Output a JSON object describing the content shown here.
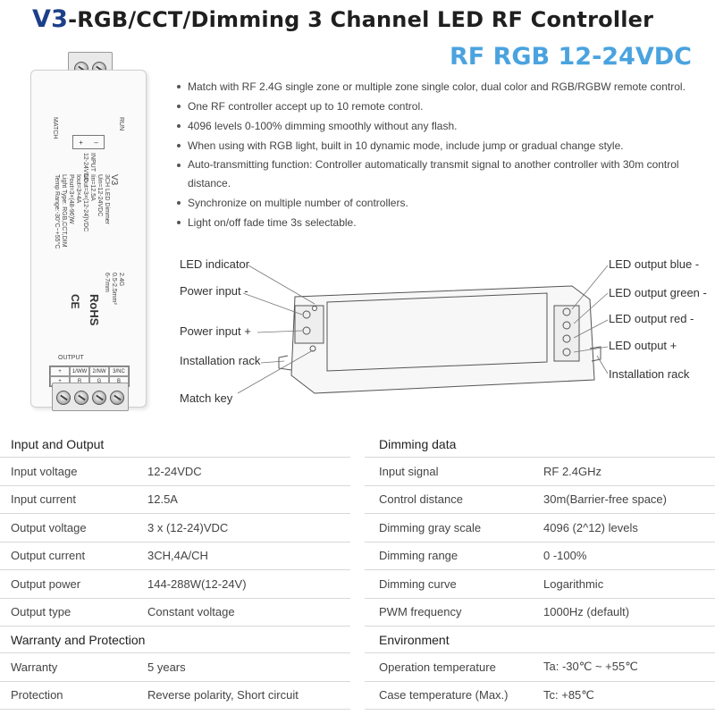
{
  "header": {
    "title_prefix": "V3",
    "title_rest": "-RGB/CCT/Dimming 3 Channel LED RF Controller",
    "subtitle": "RF RGB 12-24VDC"
  },
  "product_label": {
    "run": "RUN",
    "match": "MATCH",
    "input_title": "INPUT",
    "input_voltage": "12-24VDC",
    "input_plus": "+",
    "input_minus": "–",
    "model": "V3",
    "name": "3CH LED Dimmer",
    "line1": "Uin=12-24VDC",
    "line2": "Iin=12.5A",
    "line3": "Uout=3×(12-24)VDC",
    "line4": "Iout=3×4A",
    "line5": "Pout=3×(48-96)W",
    "line6": "Light Type: RGB,CCT,DIM",
    "line7": "Temp Range:-30°C~+55°C",
    "rf": "2.4G",
    "wire": "0.5-2.5mm²",
    "strip": "6-7mm",
    "ce": "CE",
    "rohs": "RoHS",
    "output_title": "OUTPUT",
    "output_top": [
      "+",
      "1/WW",
      "2/NW",
      "3/NC"
    ],
    "output_bottom": [
      "+",
      "R",
      "G",
      "B"
    ]
  },
  "features": [
    "Match with RF 2.4G single zone or multiple zone single color, dual color and RGB/RGBW remote control.",
    "One RF controller accept up to 10 remote control.",
    "4096 levels 0-100% dimming smoothly without any flash.",
    "When using with RGB light, built in 10 dynamic mode, include jump or gradual change style.",
    "Auto-transmitting function: Controller automatically transmit signal to another controller with 30m control distance.",
    "Synchronize on multiple number of controllers.",
    "Light on/off fade time 3s selectable."
  ],
  "diagram": {
    "left": [
      "LED indicator",
      "Power input -",
      "Power input +",
      "Installation rack",
      "Match key"
    ],
    "right": [
      "LED output blue -",
      "LED output green -",
      "LED output red -",
      "LED output +",
      "Installation rack"
    ]
  },
  "specs_left": {
    "section1": "Input and Output",
    "rows1": [
      {
        "k": "Input voltage",
        "v": "12-24VDC"
      },
      {
        "k": "Input current",
        "v": "12.5A"
      },
      {
        "k": "Output voltage",
        "v": "3 x (12-24)VDC"
      },
      {
        "k": "Output current",
        "v": "3CH,4A/CH"
      },
      {
        "k": "Output power",
        "v": "144-288W(12-24V)"
      },
      {
        "k": "Output type",
        "v": "Constant voltage"
      }
    ],
    "section2": "Warranty and Protection",
    "rows2": [
      {
        "k": "Warranty",
        "v": "5 years"
      },
      {
        "k": "Protection",
        "v": "Reverse polarity, Short circuit"
      }
    ]
  },
  "specs_right": {
    "section1": "Dimming data",
    "rows1": [
      {
        "k": "Input signal",
        "v": "RF 2.4GHz"
      },
      {
        "k": "Control distance",
        "v": "30m(Barrier-free space)"
      },
      {
        "k": "Dimming gray scale",
        "v": "4096 (2^12) levels"
      },
      {
        "k": "Dimming range",
        "v": "0 -100%"
      },
      {
        "k": "Dimming curve",
        "v": "Logarithmic"
      },
      {
        "k": "PWM frequency",
        "v": "1000Hz (default)"
      }
    ],
    "section2": "Environment",
    "rows2": [
      {
        "k": "Operation temperature",
        "v": "Ta: -30℃ ~ +55℃"
      },
      {
        "k": "Case temperature (Max.)",
        "v": "Tc: +85℃"
      }
    ]
  }
}
